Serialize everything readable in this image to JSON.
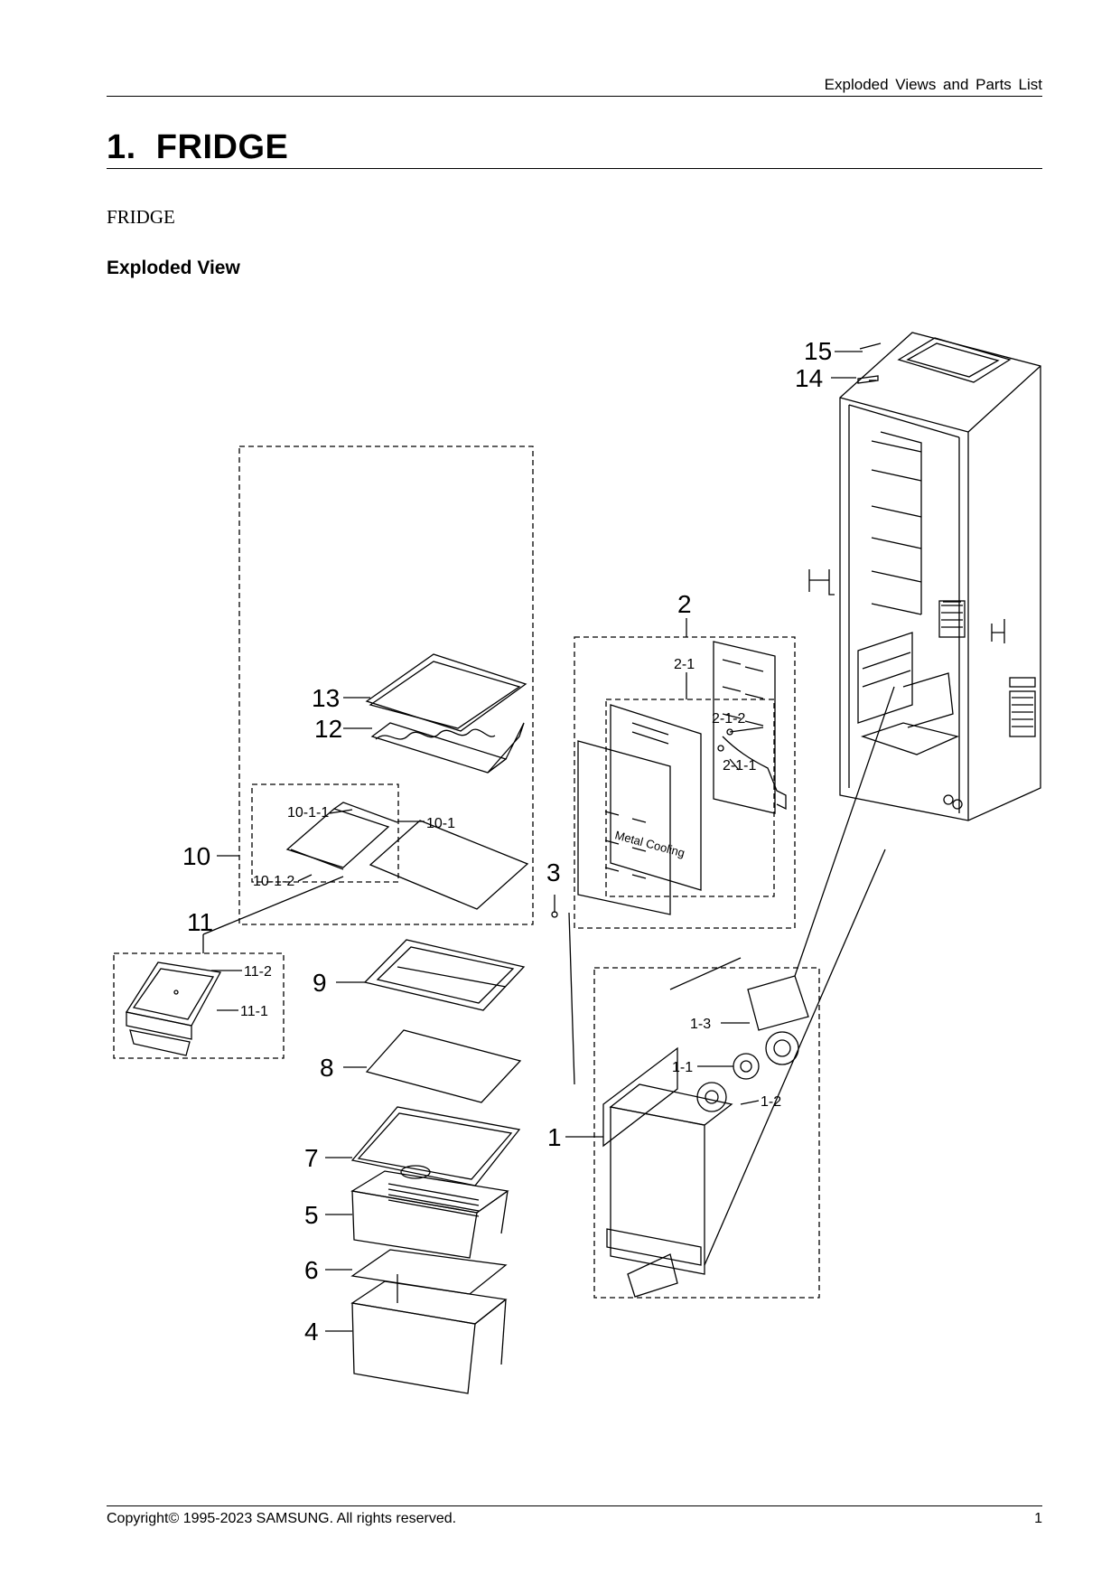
{
  "header": {
    "title": "Exploded Views and Parts List"
  },
  "section": {
    "title": "1.  FRIDGE",
    "subtitle": "FRIDGE",
    "view_label": "Exploded View"
  },
  "callouts": {
    "c1": "1",
    "c1_1": "1-1",
    "c1_2": "1-2",
    "c1_3": "1-3",
    "c2": "2",
    "c2_1": "2-1",
    "c2_1_1": "2-1-1",
    "c2_1_2": "2-1-2",
    "c3": "3",
    "c4": "4",
    "c5": "5",
    "c6": "6",
    "c7": "7",
    "c8": "8",
    "c9": "9",
    "c10": "10",
    "c10_1": "10-1",
    "c10_1_1": "10-1-1",
    "c10_1_2": "10-1-2",
    "c11": "11",
    "c11_1": "11-1",
    "c11_2": "11-2",
    "c12": "12",
    "c13": "13",
    "c14": "14",
    "c15": "15"
  },
  "panel_text": "Metal Cooling",
  "footer": {
    "copyright": "Copyright© 1995-2023 SAMSUNG. All rights reserved.",
    "page": "1"
  }
}
